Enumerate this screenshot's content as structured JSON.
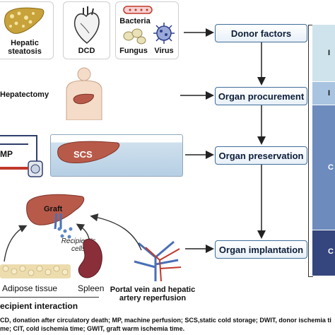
{
  "cards": {
    "steatosis": {
      "line1": "Hepatic",
      "line2": "steatosis"
    },
    "dcd": {
      "label": "DCD"
    },
    "infection": {
      "bacteria": "Bacteria",
      "fungus": "Fungus",
      "virus": "Virus"
    }
  },
  "side_labels": {
    "hepatectomy": "Hepatectomy",
    "mp": "MP",
    "scs": "SCS",
    "graft": "Graft",
    "recipient_cells_line1": "Recipient's",
    "recipient_cells_line2": "cells",
    "adipose": "Adipose tissue",
    "spleen": "Spleen",
    "recipient_interaction": "ecipient interaction",
    "portal_line1": "Portal vein and hepatic",
    "portal_line2": "artery reperfusion"
  },
  "steps": [
    "Donor factors",
    "Organ procurement",
    "Organ preservation",
    "Organ implantation"
  ],
  "right_panel": {
    "letters": [
      "I",
      "I",
      "C",
      "C"
    ]
  },
  "colors": {
    "step_border": "#3e6e9a",
    "liver": "#b85a4a",
    "panel_light": "#cfe3ec",
    "panel_mid": "#a8c4e0",
    "panel_dark": "#6d8bbd",
    "panel_darkest": "#35457d"
  },
  "footnote": {
    "line1": "CD, donation after circulatory death;  MP, machine perfusion; SCS,static cold storage; DWIT, donor ischemia ti",
    "line2": "me; CIT, cold ischemia time; GWIT, graft warm ischemia time."
  }
}
